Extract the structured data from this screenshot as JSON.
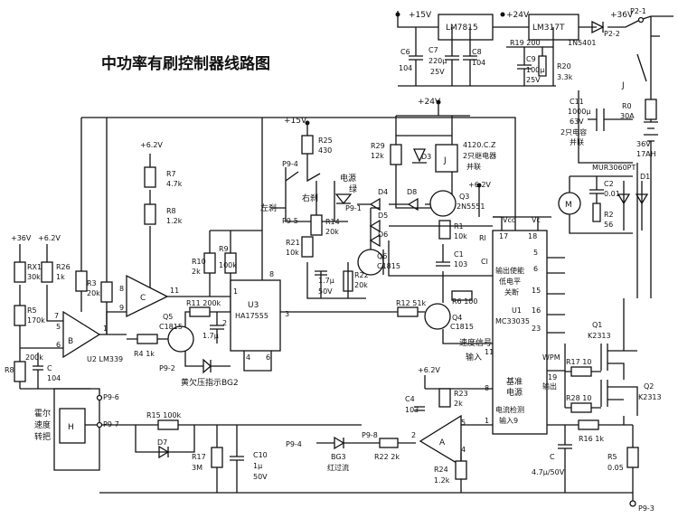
{
  "title": "中功率有刷控制器线路图",
  "supply": {
    "v15": "+15V",
    "v24": "+24V",
    "v36": "+36V",
    "v62": "+6.2V",
    "lm7815": "LM7815",
    "lm317t": "LM317T",
    "d1n5401": "1N5401",
    "p21": "P2-1",
    "p22": "P2-2",
    "c6": [
      "C6",
      "104"
    ],
    "c7": [
      "C7",
      "220μ",
      "25V"
    ],
    "c8": [
      "C8",
      "104"
    ],
    "r19": "R19  200",
    "c9": [
      "C9",
      "100μ",
      "25V"
    ],
    "r20": [
      "R20",
      "3.3k"
    ]
  },
  "battery": {
    "j": "J",
    "c11": [
      "C11",
      "1000μ",
      "63V",
      "2只电容",
      "并联"
    ],
    "r0": [
      "R0",
      "30A"
    ],
    "bat": [
      "36V",
      "17AH"
    ],
    "mur": "MUR3060PT",
    "c2": [
      "C2",
      "0.01"
    ],
    "r2": [
      "R2",
      "56"
    ],
    "d1": "D1",
    "motor": "M"
  },
  "relay": {
    "r25": [
      "R25",
      "430"
    ],
    "p94": "P9-4",
    "p95": "P9-5",
    "r14": [
      "R14",
      "20k"
    ],
    "r21": [
      "R21",
      "10k"
    ],
    "led_label": [
      "电源",
      "绿"
    ],
    "p91": "P9-1",
    "left": "左刹",
    "right": "右刹",
    "r29": [
      "R29",
      "12k"
    ],
    "relay_spec": [
      "4120.C.Z",
      "2只继电器",
      "并联"
    ],
    "d3": "D3",
    "jcoil": "J",
    "d4": "D4",
    "d8": "D8",
    "d5": "D5",
    "d6": "D6",
    "q3": [
      "Q3",
      "2N5551"
    ],
    "r1": [
      "R1",
      "10k"
    ],
    "c1": [
      "C1",
      "103"
    ],
    "q6": [
      "Q6",
      "C1815"
    ],
    "c17": [
      "1.7μ",
      "50V"
    ],
    "r22": [
      "R22",
      "20k"
    ]
  },
  "left_block": {
    "v36": "+36V",
    "v62": "+6.2V",
    "rx1": [
      "RX1",
      "30k"
    ],
    "r26": [
      "R26",
      "1k"
    ],
    "r5": [
      "R5",
      "170k"
    ],
    "r8_200k": "200k",
    "r8": "R8",
    "c104": [
      "C",
      "104"
    ],
    "r3": [
      "R3",
      "20k"
    ],
    "b_amp": "B",
    "u2": "U2  LM339",
    "r7": [
      "R7",
      "4.7k"
    ],
    "r8b": [
      "R8",
      "1.2k"
    ],
    "c_amp": "C",
    "q5": [
      "Q5",
      "C1815"
    ],
    "r4": "R4  1k",
    "r11": "R11  200k",
    "c17": "1.7μ",
    "r10": [
      "R10",
      "2k"
    ],
    "r9": [
      "R9",
      "100k"
    ],
    "u3": [
      "U3",
      "HA17555"
    ],
    "p92": "P9-2",
    "led_yellow": "黄欠压指示BG2",
    "pins": [
      "7",
      "5",
      "6",
      "1",
      "9",
      "8",
      "11",
      "2",
      "3",
      "4",
      "6",
      "8",
      "1"
    ]
  },
  "u1": {
    "vcc": "Vcc",
    "vc": "Vc",
    "p17": "17",
    "p18": "18",
    "lines": [
      "输出使能",
      "低电平",
      "关断"
    ],
    "name": [
      "U1",
      "MC33035"
    ],
    "speed": "速度信号",
    "input": "输入",
    "ref": [
      "基准",
      "电源"
    ],
    "current": [
      "电流检测",
      "输入9"
    ],
    "out": "输出",
    "wpm": "WPM",
    "pins": [
      "5",
      "6",
      "15",
      "16",
      "23",
      "11",
      "19",
      "8",
      "1"
    ]
  },
  "mid": {
    "r12": "R12  51k",
    "q4": [
      "Q4",
      "C1815"
    ],
    "r6": "R6  100",
    "rl": "Rl",
    "cl": "Cl",
    "v62": "+6.2V",
    "c4": [
      "C4",
      "103"
    ],
    "r23": [
      "R23",
      "2k"
    ],
    "r15": "R15  100k",
    "d7": "D7",
    "r17": [
      "R17",
      "3M"
    ],
    "c10": [
      "C10",
      "1μ",
      "50V"
    ],
    "p96": "P9-6",
    "p97": "P9-7",
    "hall": [
      "霍尔",
      "速度",
      "转把"
    ],
    "h": "H",
    "p94": "P9-4",
    "p98": "P9-8",
    "bg3": [
      "BG3",
      "红过流"
    ],
    "r22": "R22  2k",
    "a_amp": "A",
    "r24": [
      "R24",
      "1.2k"
    ],
    "apins": [
      "2",
      "5",
      "4"
    ]
  },
  "power": {
    "q1": [
      "Q1",
      "K2313"
    ],
    "q2": [
      "Q2",
      "K2313"
    ],
    "r17": "R17  10",
    "r28": "R28  10",
    "r16": "R16  1k",
    "c": [
      "C",
      "4.7μ/50V"
    ],
    "r5": [
      "R5",
      "0.05"
    ],
    "p93": "P9-3"
  }
}
